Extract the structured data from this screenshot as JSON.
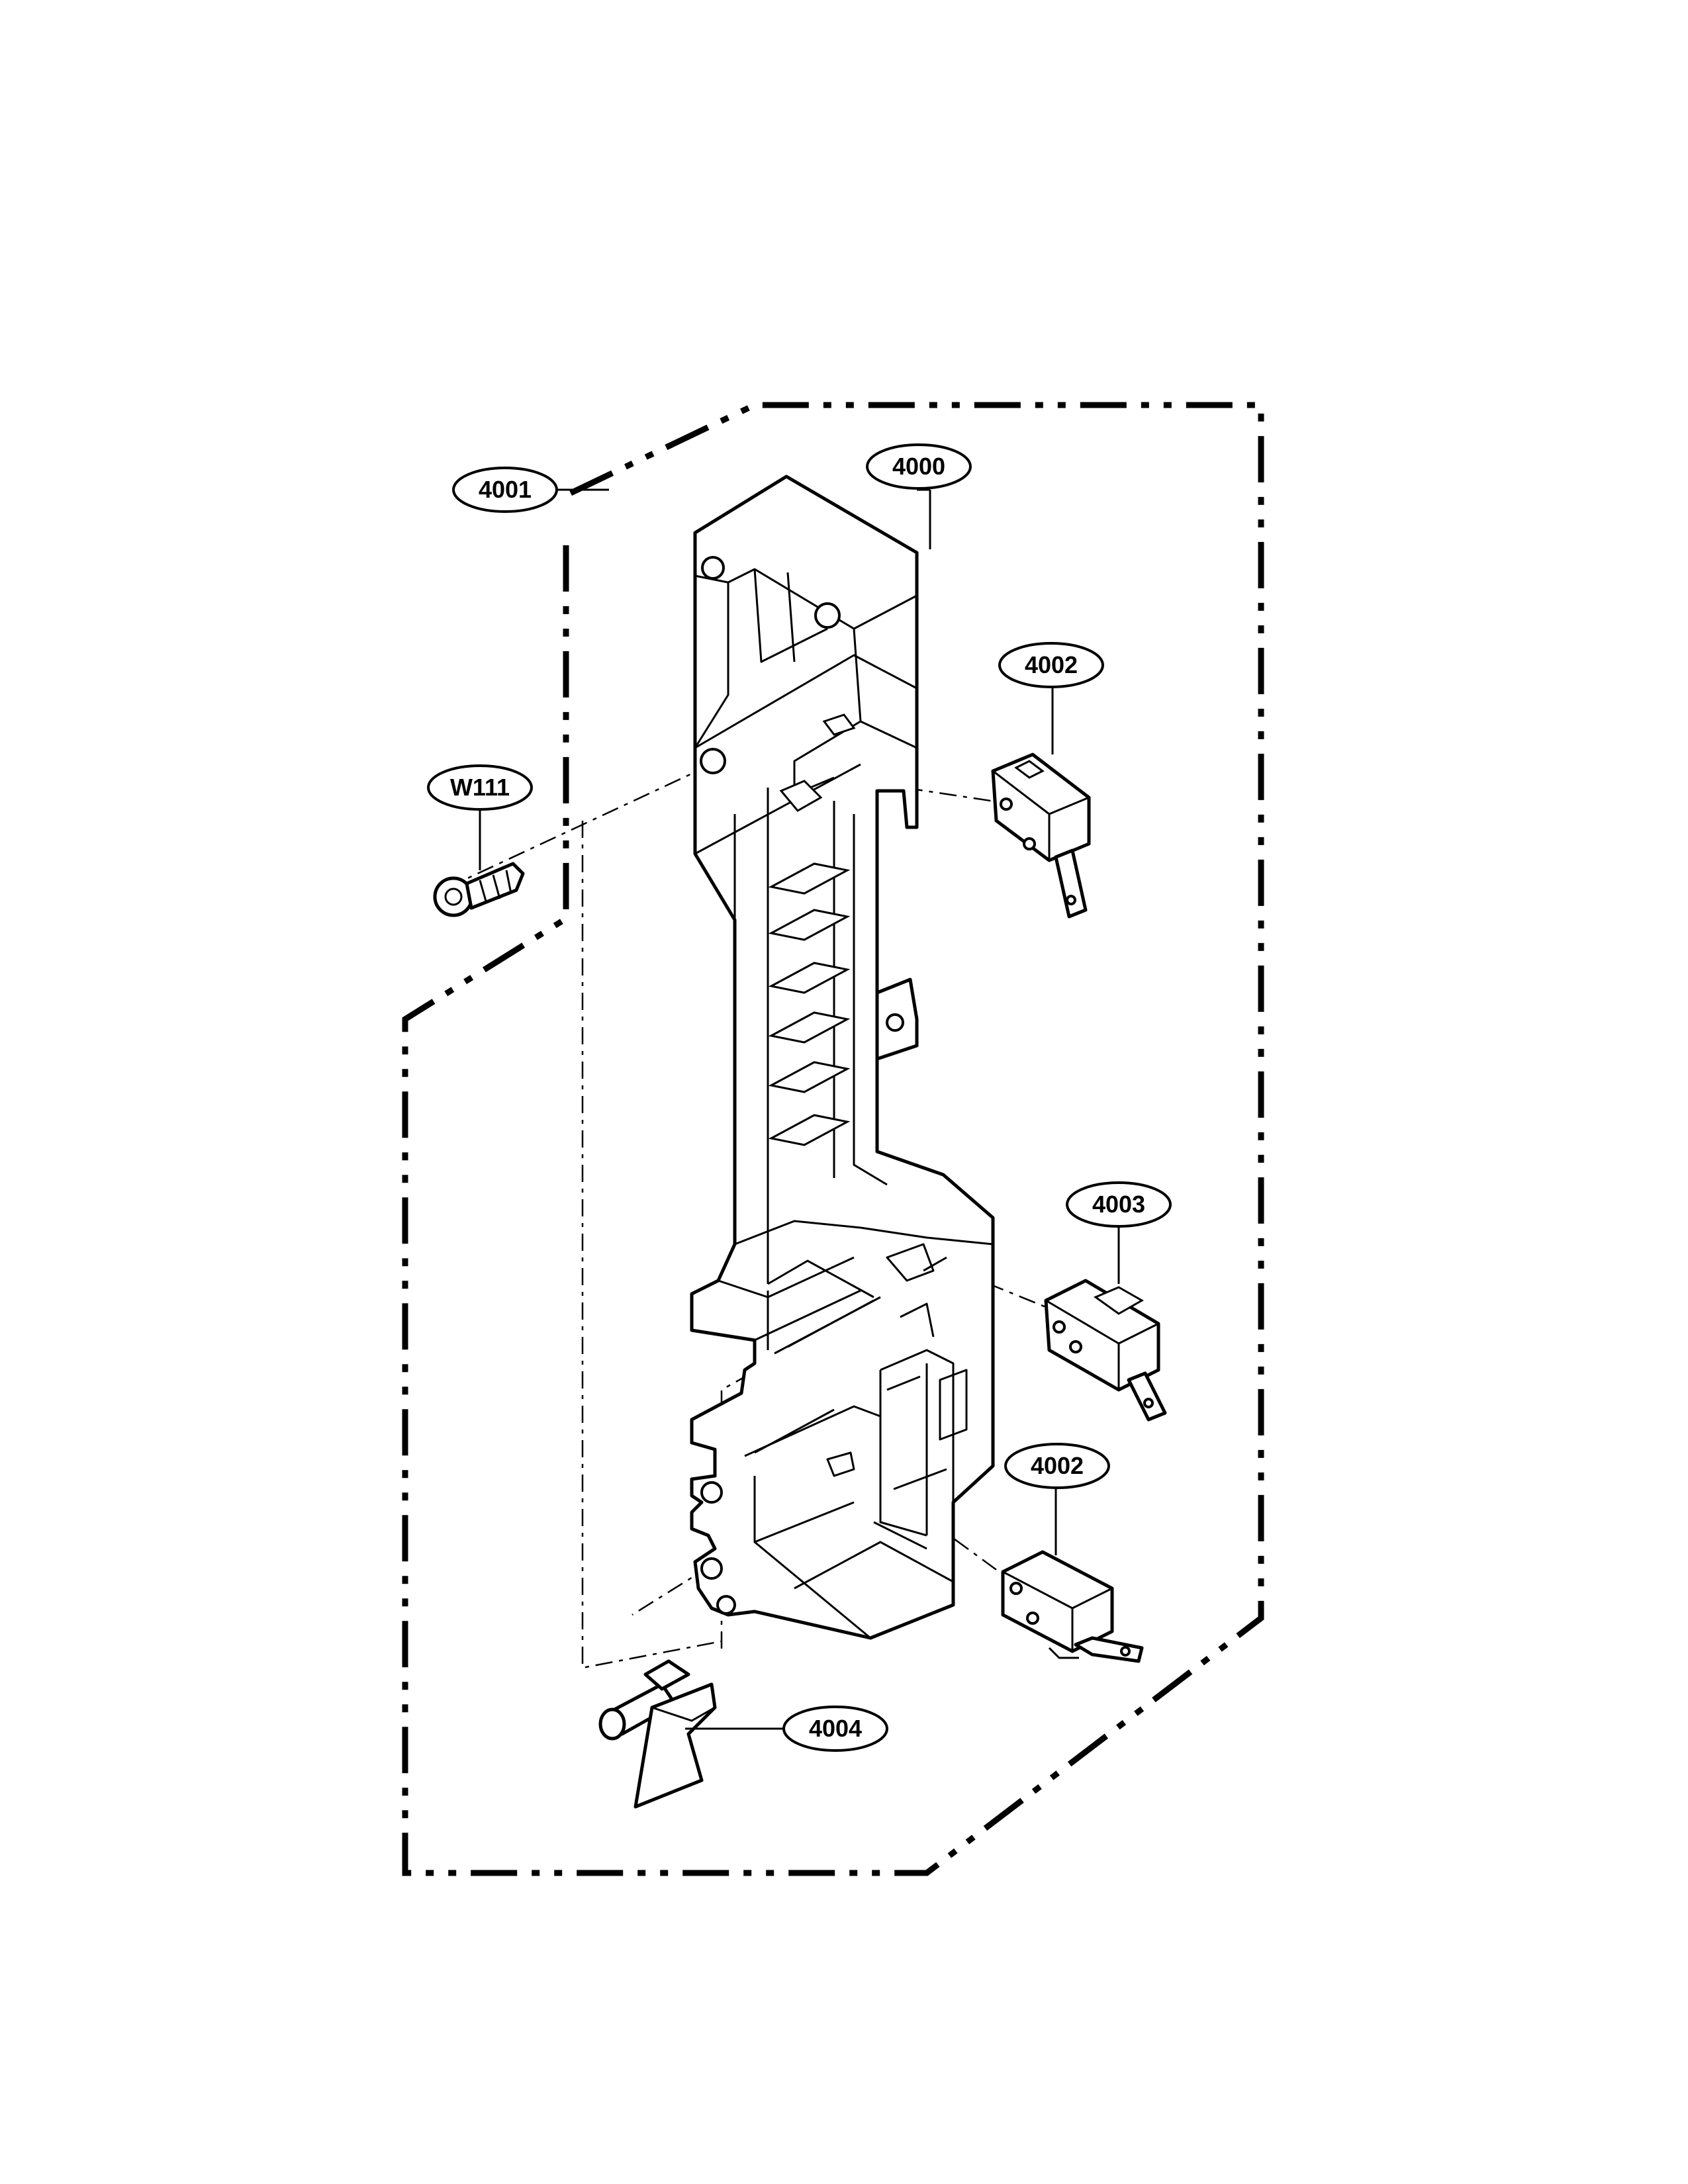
{
  "callouts": {
    "assembly": "4001",
    "frame": "4000",
    "switch_upper": "4002",
    "switch_middle": "4003",
    "switch_lower": "4002",
    "lever": "4004",
    "screw": "W111"
  }
}
